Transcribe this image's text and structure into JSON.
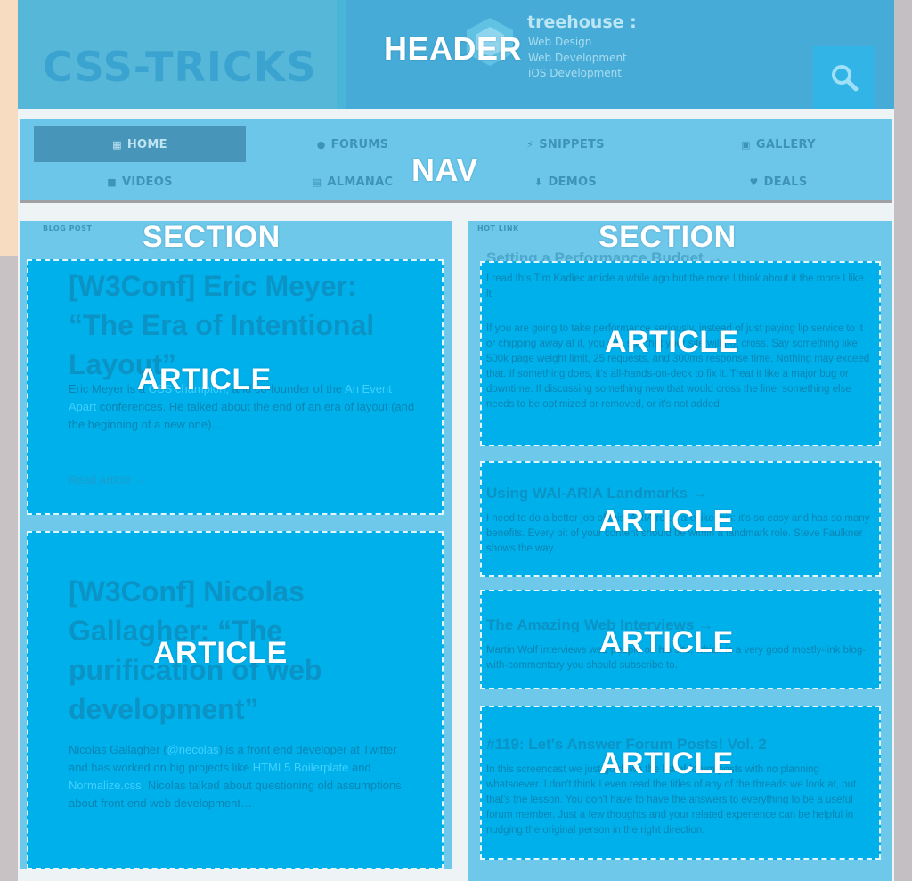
{
  "header": {
    "label": "HEADER",
    "logo": "CSS-TRICKS",
    "sponsor": {
      "name": "treehouse :",
      "lines": [
        "Web Design",
        "Web Development",
        "iOS Development"
      ]
    },
    "search_icon": "search-icon"
  },
  "nav": {
    "label": "NAV",
    "items": [
      {
        "label": "HOME",
        "icon": "home-grid-icon",
        "active": true
      },
      {
        "label": "FORUMS",
        "icon": "chat-icon"
      },
      {
        "label": "SNIPPETS",
        "icon": "bolt-icon"
      },
      {
        "label": "GALLERY",
        "icon": "gallery-icon"
      },
      {
        "label": "VIDEOS",
        "icon": "video-icon"
      },
      {
        "label": "ALMANAC",
        "icon": "book-icon"
      },
      {
        "label": "DEMOS",
        "icon": "download-icon"
      },
      {
        "label": "DEALS",
        "icon": "heart-icon"
      }
    ]
  },
  "sections": [
    {
      "label": "SECTION",
      "kicker": "BLOG POST",
      "articles": [
        {
          "label": "ARTICLE",
          "title": "[W3Conf] Eric Meyer: “The Era of Intentional Layout”",
          "text_before": "Eric Meyer is a",
          "text_link": "CSS champion,",
          "text_after": "and co-founder of the",
          "text_link2": "An Event Apart",
          "text_end": "conferences. He talked about the end of an era of layout (and the beginning of a new one)…",
          "more": "Read Article →"
        },
        {
          "label": "ARTICLE",
          "title": "[W3Conf] Nicolas Gallagher: “The purification of web development”",
          "text_a": "Nicolas Gallagher (",
          "text_handle": "@necolas",
          "text_b": ") is a front end developer at Twitter and has worked on big projects like",
          "text_link1": "HTML5 Boilerplate",
          "text_c": "and",
          "text_link2": "Normalize.css",
          "text_d": ". Nicolas talked about questioning old assumptions about front end web development…"
        }
      ]
    },
    {
      "label": "SECTION",
      "kicker": "HOT LINK",
      "articles": [
        {
          "label": "ARTICLE",
          "title": "Setting a Performance Budget →",
          "text": "I read this Tim Kadlec article a while ago but the more I think about it the more I like it.",
          "text2": "If you are going to take performance seriously, instead of just paying lip service to it or chipping away at it, you can say that your site will not cross. Say something like 500k page weight limit, 25 requests, and 300ms response time. Nothing may exceed that. If something does, it's all-hands-on-deck to fix it. Treat it like a major bug or downtime. If discussing something new that would cross the line, something else needs to be optimized or removed, or it's not added."
        },
        {
          "label": "ARTICLE",
          "title": "Using WAI-ARIA Landmarks →",
          "text": "I need to do a better job of this. ARIA roles are like this: it's so easy and has so many benefits. Every bit of your content should be within a landmark role. Steve Faulkner shows the way."
        },
        {
          "label": "ARTICLE",
          "title": "The Amazing Web Interviews →",
          "text": "Martin Wolf interviews web people on his site, which is a very good mostly-link blog-with-commentary you should subscribe to."
        },
        {
          "label": "ARTICLE",
          "title": "#119: Let's Answer Forum Posts! Vol. 2",
          "text": "In this screencast we just go down the list of forum posts with no planning whatsoever. I don't think I even read the titles of any of the threads we look at, but that's the lesson. You don't have to have the answers to everything to be a useful forum member. Just a few thoughts and your related experience can be helpful in nudging the original person in the right direction."
        }
      ]
    }
  ]
}
